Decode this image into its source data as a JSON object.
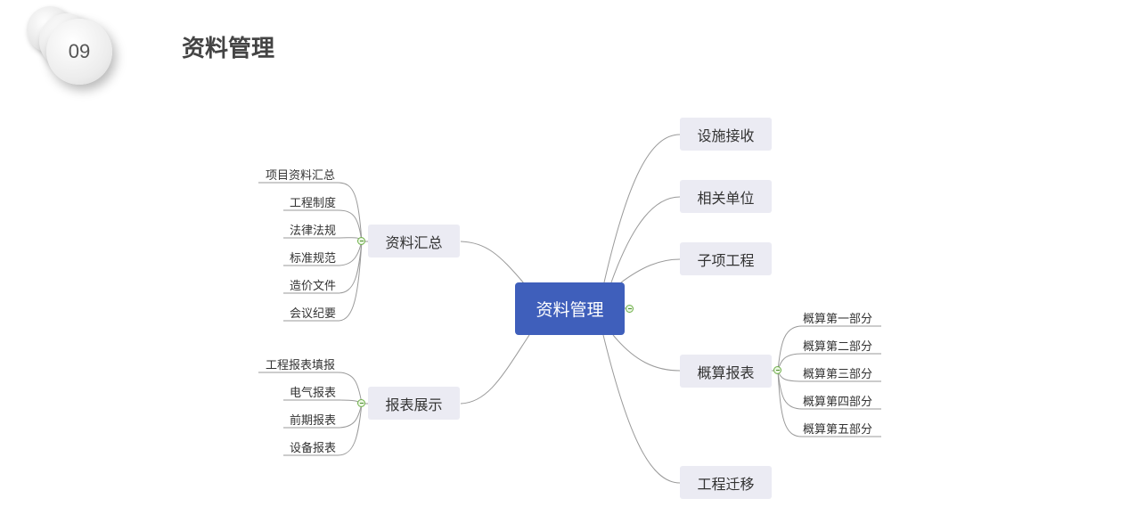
{
  "header": {
    "section_number": "09",
    "title": "资料管理"
  },
  "mindmap": {
    "root": "资料管理",
    "left_branches": [
      {
        "label": "资料汇总",
        "children": [
          "项目资料汇总",
          "工程制度",
          "法律法规",
          "标准规范",
          "造价文件",
          "会议纪要"
        ]
      },
      {
        "label": "报表展示",
        "children": [
          "工程报表填报",
          "电气报表",
          "前期报表",
          "设备报表"
        ]
      }
    ],
    "right_branches": [
      {
        "label": "设施接收",
        "children": []
      },
      {
        "label": "相关单位",
        "children": []
      },
      {
        "label": "子项工程",
        "children": []
      },
      {
        "label": "概算报表",
        "children": [
          "概算第一部分",
          "概算第二部分",
          "概算第三部分",
          "概算第四部分",
          "概算第五部分"
        ]
      },
      {
        "label": "工程迁移",
        "children": []
      }
    ]
  },
  "colors": {
    "root_fill": "#3f5fbb",
    "node_fill": "#ebebf3",
    "connector": "#9a9a9a",
    "collapse_toggle": "#6fb04a"
  }
}
